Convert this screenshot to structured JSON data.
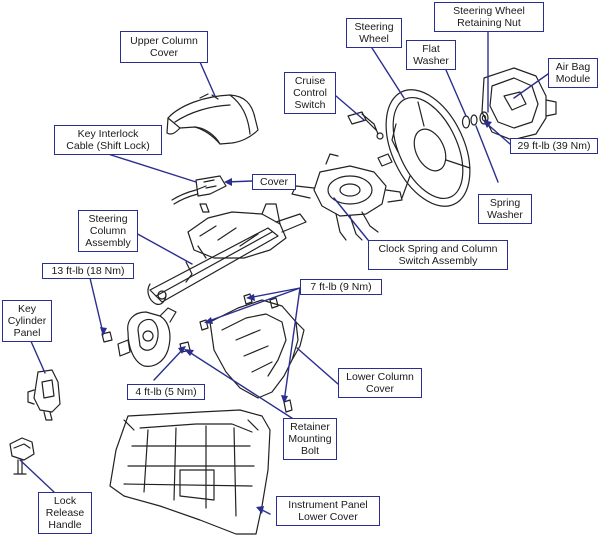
{
  "colors": {
    "leader": "#2a2f8f",
    "linework": "#222222",
    "box_border": "#2a2f8f"
  },
  "labels": {
    "upper_column_cover": "Upper Column\nCover",
    "key_interlock_cable": "Key Interlock\nCable (Shift Lock)",
    "cover": "Cover",
    "steering_column_assembly": "Steering\nColumn\nAssembly",
    "torque_13": "13 ft-lb (18 Nm)",
    "key_cylinder_panel": "Key\nCylinder\nPanel",
    "lock_release_handle": "Lock\nRelease\nHandle",
    "torque_4": "4 ft-lb (5 Nm)",
    "retainer_mounting_bolt": "Retainer\nMounting\nBolt",
    "instrument_panel_lower_cover": "Instrument Panel\nLower Cover",
    "lower_column_cover": "Lower Column\nCover",
    "torque_7": "7 ft-lb (9 Nm)",
    "clock_spring": "Clock Spring and Column\nSwitch Assembly",
    "spring_washer": "Spring\nWasher",
    "torque_29": "29 ft-lb (39 Nm)",
    "air_bag_module": "Air Bag\nModule",
    "steering_wheel_retaining_nut": "Steering Wheel\nRetaining Nut",
    "flat_washer": "Flat\nWasher",
    "steering_wheel": "Steering\nWheel",
    "cruise_control_switch": "Cruise\nControl\nSwitch"
  }
}
